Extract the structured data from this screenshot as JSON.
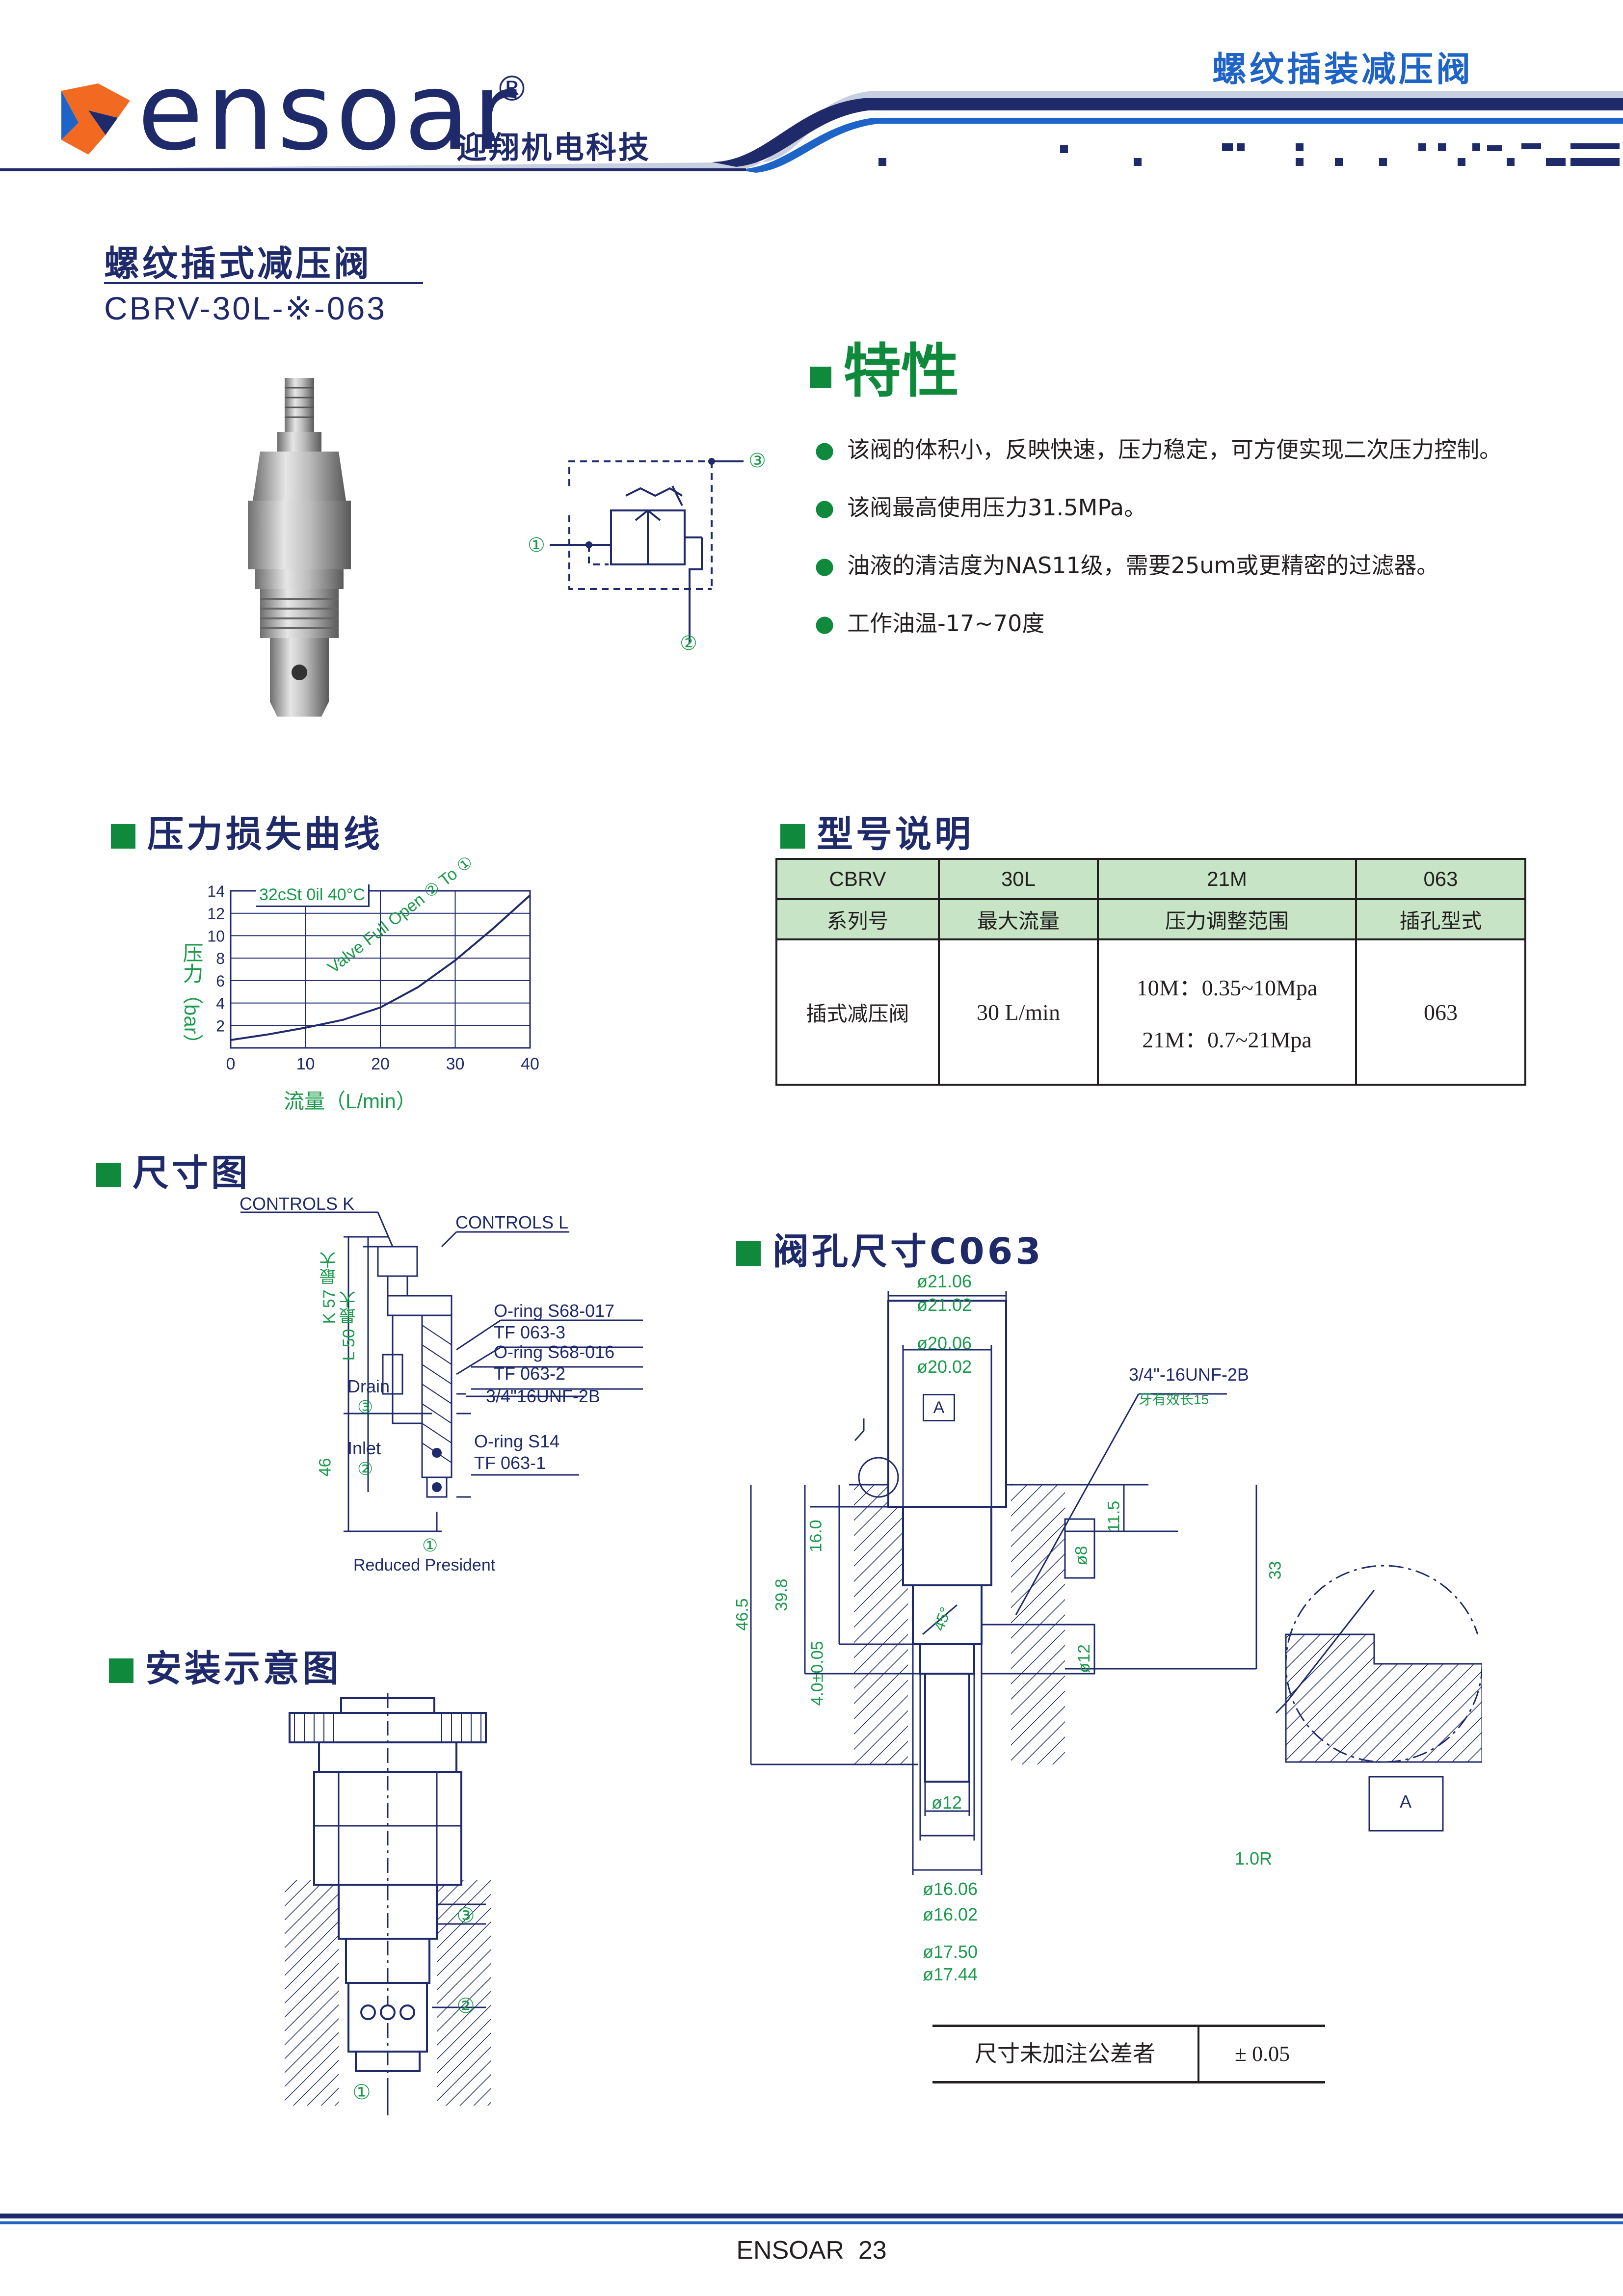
{
  "header": {
    "brand_logo_text": "ensoar",
    "brand_registered": "®",
    "brand_cn": "迎翔机电科技",
    "page_category": "螺纹插装减压阀",
    "colors": {
      "navy": "#1f2a6b",
      "green": "#0f8a3c",
      "accent_blue": "#1e64c8",
      "orange": "#f26a21"
    }
  },
  "product": {
    "title_cn": "螺纹插式减压阀",
    "model": "CBRV-30L-※-063"
  },
  "symbol_diagram": {
    "port_1": "①",
    "port_2": "②",
    "port_3": "③"
  },
  "features": {
    "heading": "特性",
    "items": [
      "该阀的体积小，反映快速，压力稳定，可方便实现二次压力控制。",
      "该阀最高使用压力31.5MPa。",
      "油液的清洁度为NAS11级，需要25um或更精密的过滤器。",
      "工作油温-17~70度"
    ]
  },
  "pressure_curve": {
    "heading": "压力损失曲线",
    "legend_note": "32cSt 0il 40°C",
    "curve_label": "Valve Full Open ② To ①"
  },
  "chart_data": {
    "type": "line",
    "title": "",
    "xlabel": "流量（L/min）",
    "ylabel": "压力（bar）",
    "xlim": [
      0,
      40
    ],
    "ylim": [
      0,
      14
    ],
    "x_ticks": [
      "0",
      "10",
      "20",
      "30",
      "40"
    ],
    "y_ticks": [
      "2",
      "4",
      "6",
      "8",
      "10",
      "12",
      "14"
    ],
    "grid": true,
    "annotations": [
      "32cSt 0il 40°C",
      "Valve Full Open ② To ①"
    ],
    "series": [
      {
        "x": [
          0,
          5,
          10,
          15,
          20,
          25,
          30,
          35,
          40
        ],
        "y": [
          0.7,
          1.2,
          1.8,
          2.5,
          3.6,
          5.4,
          7.8,
          10.6,
          13.6
        ]
      }
    ]
  },
  "model_table": {
    "heading": "型号说明",
    "codes": [
      "CBRV",
      "30L",
      "21M",
      "063"
    ],
    "headers": [
      "系列号",
      "最大流量",
      "压力调整范围",
      "插孔型式"
    ],
    "row": {
      "series": "插式减压阀",
      "flow": "30 L/min",
      "range_1": "10M：0.35~10Mpa",
      "range_2": "21M：0.7~21Mpa",
      "cavity": "063"
    }
  },
  "dimension_drawing": {
    "heading": "尺寸图",
    "controls_k": "CONTROLS K",
    "controls_l": "CONTROLS L",
    "k_max": "K 57 最大",
    "l_max": "L 50 最大",
    "oring_1": "O-ring S68-017",
    "tf_1": "TF 063-3",
    "oring_2": "O-ring S68-016",
    "tf_2": "TF 063-2",
    "thread": "3/4\"16UNF-2B",
    "oring_3": "O-ring S14",
    "tf_3": "TF 063-1",
    "drain": "Drain",
    "drain_port": "③",
    "inlet": "Inlet",
    "inlet_port": "②",
    "outlet_port": "①",
    "dim_46": "46",
    "reduced": "Reduced President"
  },
  "installation": {
    "heading": "安装示意图",
    "port_3": "③",
    "port_2": "②",
    "port_1": "①"
  },
  "cavity": {
    "heading": "阀孔尺寸C063",
    "d1a": "ø21.06",
    "d1b": "ø21.02",
    "d2a": "ø20.06",
    "d2b": "ø20.02",
    "thread": "3/4\"-16UNF-2B",
    "thread_note": "牙有效长15",
    "ref_a": "A",
    "dim_16": "16.0",
    "dim_398": "39.8",
    "dim_465": "46.5",
    "dim_4": "4.0±0.05",
    "dim_115": "11.5",
    "dim_33": "33",
    "dim_o8": "ø8",
    "dim_o12": "ø12",
    "angle": "45°",
    "d_bottom": "ø12",
    "d3a": "ø16.06",
    "d3b": "ø16.02",
    "d4a": "ø17.50",
    "d4b": "ø17.44",
    "radius": "1.0R",
    "detail_ref": "A"
  },
  "tolerance": {
    "label": "尺寸未加注公差者",
    "value": "± 0.05"
  },
  "footer": {
    "text": "ENSOAR  23"
  }
}
